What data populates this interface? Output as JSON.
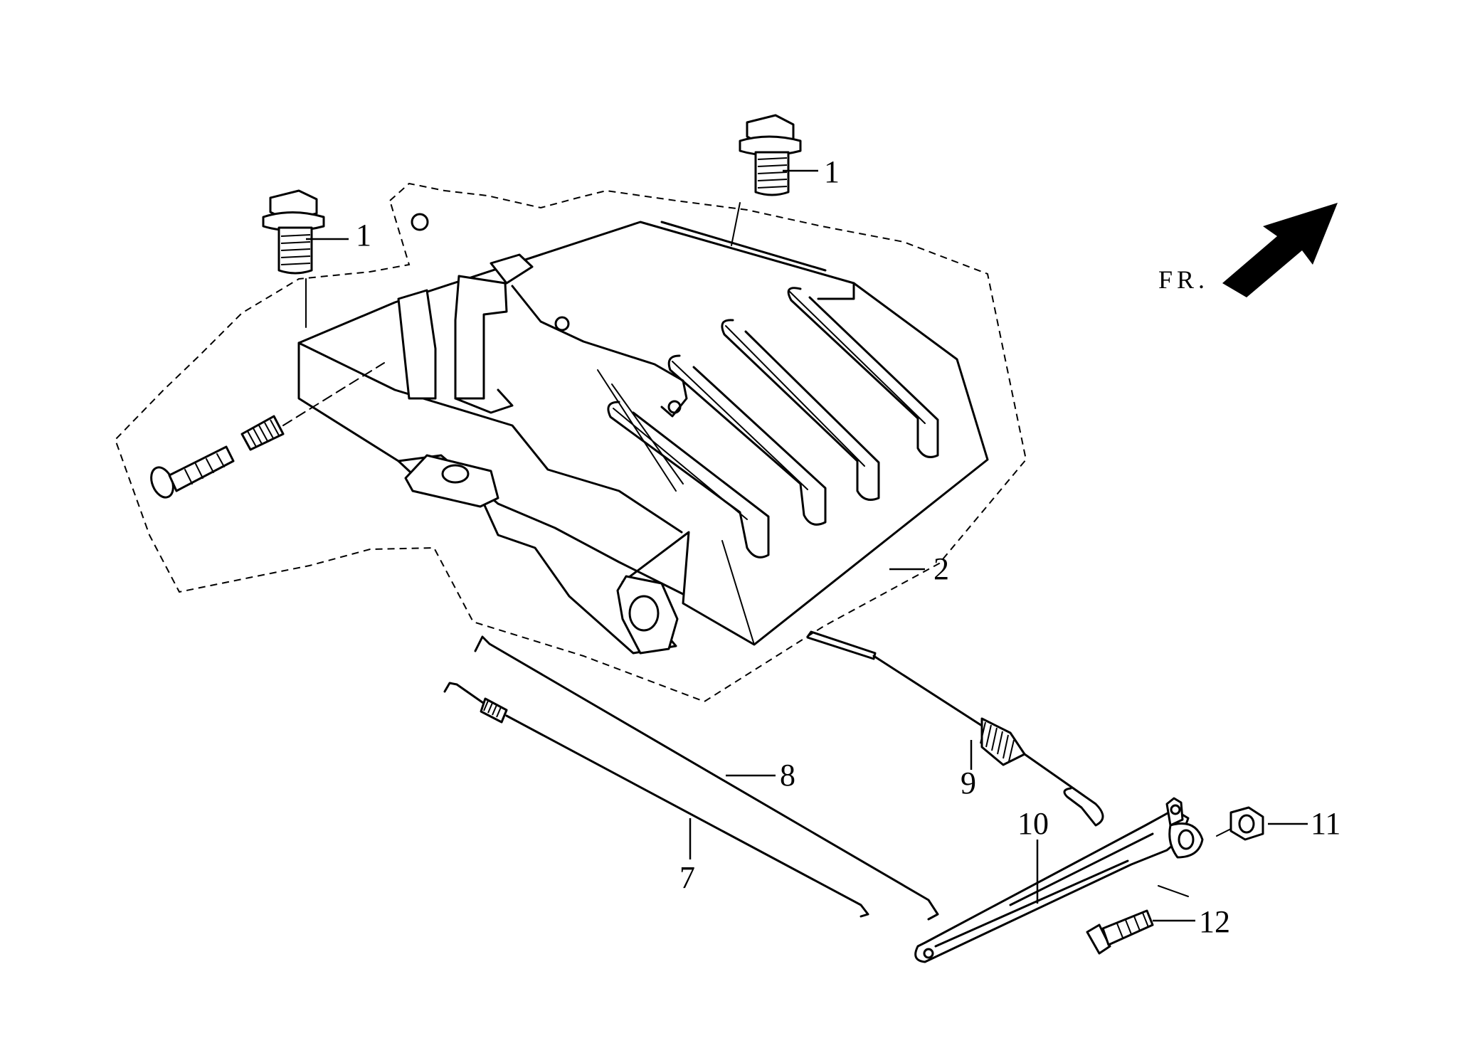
{
  "direction_label": "FR.",
  "callouts": {
    "bolt_top": "1",
    "bolt_left": "1",
    "plate": "2",
    "rod_7": "7",
    "rod_8": "8",
    "spring_9": "9",
    "lever_10": "10",
    "nut_11": "11",
    "bolt_12": "12"
  },
  "colors": {
    "ink": "#000000",
    "background": "#ffffff"
  }
}
